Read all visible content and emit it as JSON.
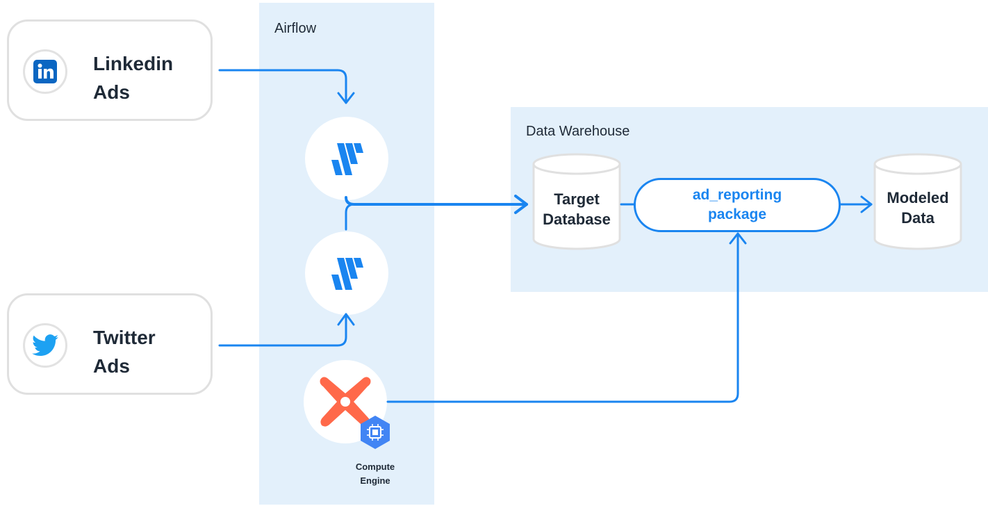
{
  "regions": {
    "airflow": {
      "label": "Airflow"
    },
    "warehouse": {
      "label": "Data Warehouse"
    }
  },
  "sources": [
    {
      "label": "Linkedin\nAds",
      "icon": "linkedin-icon"
    },
    {
      "label": "Twitter\nAds",
      "icon": "twitter-icon"
    }
  ],
  "connectors": [
    {
      "icon": "fivetran-logo-icon"
    },
    {
      "icon": "fivetran-logo-icon"
    }
  ],
  "dbt": {
    "icon": "dbt-logo-icon",
    "badge_icon": "compute-engine-icon",
    "badge_label": "Compute\nEngine"
  },
  "nodes": {
    "target_db": "Target\nDatabase",
    "package": "ad_reporting\npackage",
    "modeled_data": "Modeled\nData"
  },
  "colors": {
    "accent": "#1a85f0",
    "region_bg": "#e3f0fb",
    "linkedin": "#0a66c2",
    "twitter": "#1da1f2",
    "dbt": "#ff694a",
    "compute_engine": "#4285f4",
    "card_border": "#e0e0e0",
    "db_border": "#e0e0e0",
    "text": "#1f2a37"
  }
}
